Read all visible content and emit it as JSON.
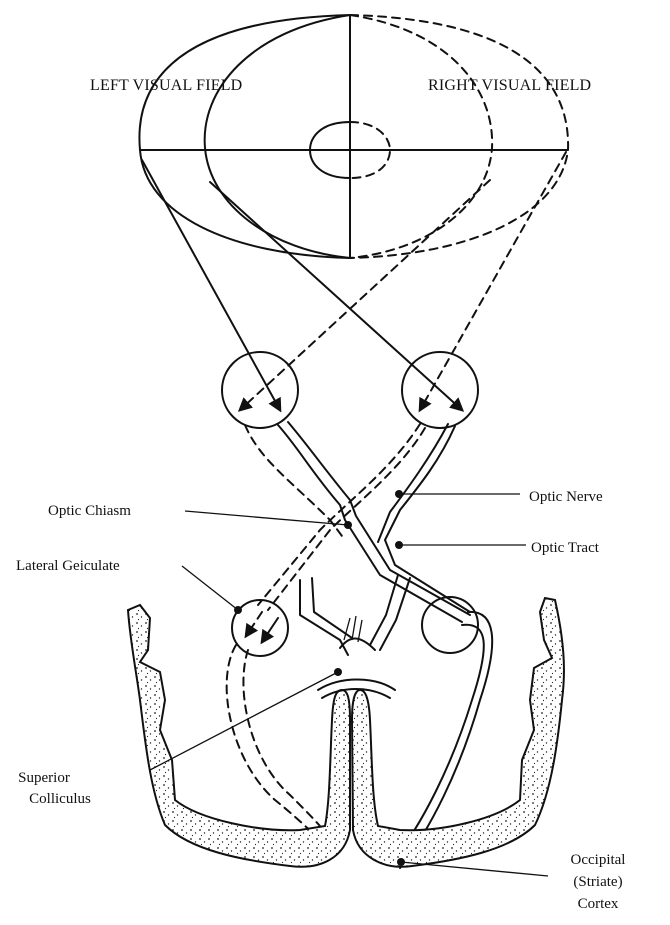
{
  "diagram": {
    "field_labels": {
      "left": "LEFT VISUAL FIELD",
      "right": "RIGHT VISUAL FIELD"
    },
    "structure_labels": {
      "optic_chiasm": "Optic Chiasm",
      "optic_nerve": "Optic Nerve",
      "optic_tract": "Optic Tract",
      "lateral_geniculate": "Lateral Geiculate",
      "superior_colliculus_line1": "Superior",
      "superior_colliculus_line2": "Colliculus",
      "occipital_line1": "Occipital",
      "occipital_line2": "(Striate)",
      "occipital_line3": "Cortex"
    }
  }
}
